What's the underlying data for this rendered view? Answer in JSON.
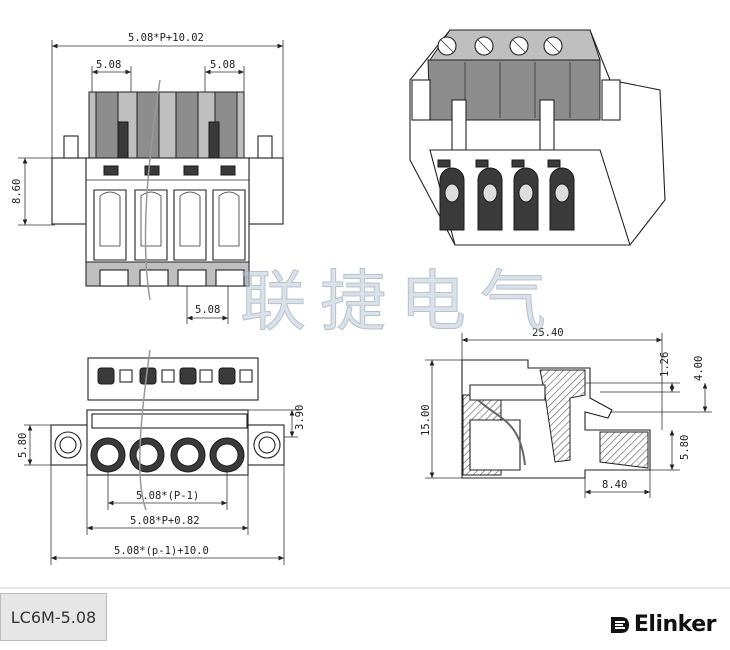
{
  "model_label": "LC6M-5.08",
  "brand": {
    "name": "Elinker"
  },
  "watermark": "联捷电气",
  "front_view": {
    "dim_total": "5.08*P+10.02",
    "dim_pitch_left": "5.08",
    "dim_pitch_right": "5.08",
    "dim_height": "8.60",
    "dim_pitch_bottom": "5.08"
  },
  "bottom_view": {
    "dim_height_left": "5.80",
    "dim_height_right": "3.90",
    "dim_pitch_span": "5.08*(P-1)",
    "dim_body": "5.08*P+0.82",
    "dim_flange": "5.08*(p-1)+10.0"
  },
  "side_view": {
    "dim_length": "25.40",
    "dim_height": "15.00",
    "dim_a": "1.26",
    "dim_b": "4.00",
    "dim_c": "5.80",
    "dim_d": "8.40"
  },
  "colors": {
    "line": "#222222",
    "dark_fill": "#3a3a3a",
    "watermark": "#bec8d7"
  }
}
